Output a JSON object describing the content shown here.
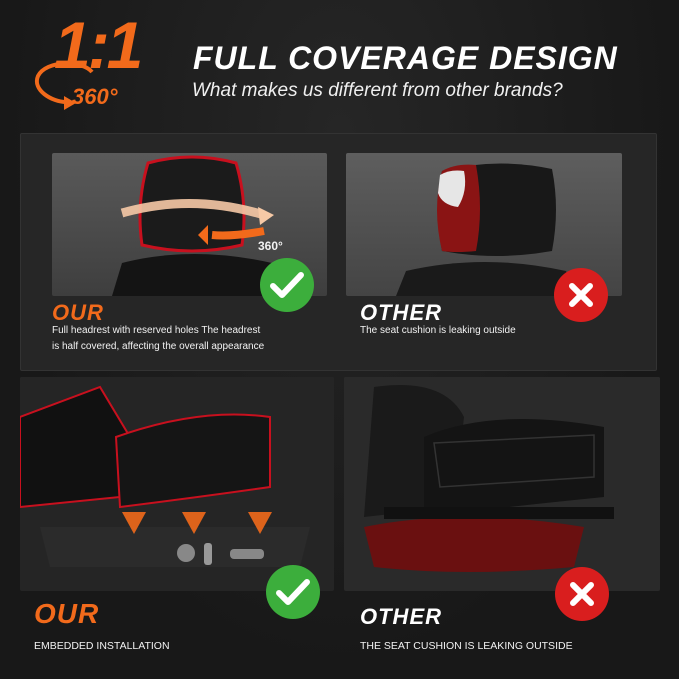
{
  "header": {
    "logo_ratio": "1:1",
    "logo_degree": "360°",
    "title": "FULL COVERAGE DESIGN",
    "subtitle": "What makes us different from other brands?"
  },
  "top_comparison": {
    "our": {
      "heading": "OUR",
      "rotation_label": "360°",
      "description_line1": "Full headrest with reserved holes The headrest",
      "description_line2": "is half covered, affecting the overall appearance"
    },
    "other": {
      "heading": "OTHER",
      "description": "The seat cushion is leaking outside"
    }
  },
  "bottom_comparison": {
    "our": {
      "heading": "OUR",
      "description": "EMBEDDED INSTALLATION"
    },
    "other": {
      "heading": "OTHER",
      "description": "THE SEAT CUSHION IS LEAKING OUTSIDE"
    }
  },
  "colors": {
    "accent_orange": "#f26a1b",
    "check_green": "#3cae3c",
    "cross_red": "#d91e1e",
    "piping_red": "#c8101e"
  },
  "icons": [
    "rotation-arrow-icon",
    "check-icon",
    "cross-icon",
    "down-arrow-icon"
  ]
}
